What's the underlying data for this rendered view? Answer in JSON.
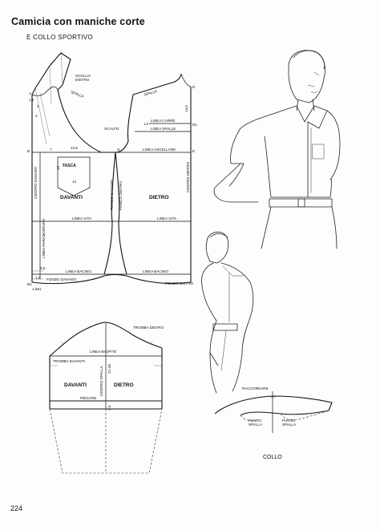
{
  "header": {
    "title": "Camicia con maniche corte",
    "subtitle": "E COLLO SPORTIVO"
  },
  "page_number": "224",
  "bodice": {
    "scollo_dietro": "SCOLLO\nDIETRO",
    "spalla_front": "SPALLA",
    "spalla_back": "SPALLA",
    "linea_carre": "LINEA CARRÈ",
    "linea_spalle": "LINEA SPALLE",
    "scalfo": "SCALFO",
    "linea_ascellare": "LINEA ASCELLARE",
    "tasca": "TASCA",
    "davanti": "DAVANTI",
    "dietro": "DIETRO",
    "centro_davanti": "CENTRO DAVANTI",
    "linea_paramontura": "LINEA PARAMONTURA",
    "fianco_davanti": "FIANCO DAVANTI",
    "fianco_dietro": "FIANCO DIETRO",
    "centro_dietro": "CENTRO DIETRO",
    "linea_vita_front": "LINEA VITA",
    "linea_vita_back": "LINEA VITA",
    "linea_bacino_front": "LINEA BACINO",
    "linea_bacino_back": "LINEA BACINO",
    "fondo_davanti": "FONDO DAVANTI",
    "fondo_dietro": "FONDO DIETRO",
    "measures": {
      "m_1_5": "1,5",
      "m_2": "2",
      "m_3": "3",
      "m_7": "7",
      "m_13_5": "13,5",
      "m_15": "15",
      "m_14": "14",
      "m_14_5": "14,5",
      "m_5_5": "5,5",
      "m_1_5b": "1,5",
      "m_1_581": "1,581"
    },
    "points": {
      "A": "A",
      "B": "B",
      "B2": "B2",
      "C": "C",
      "D": "D",
      "D1": "D1",
      "E": "E",
      "G": "G",
      "H": "H",
      "L": "L",
      "L1": "L1",
      "L2": "L2"
    }
  },
  "sleeve": {
    "tromba_dietro": "TROMBA DIETRO",
    "tromba_davanti": "TROMBA DAVANTI",
    "linea_bicipite": "LINEA BICIPITE",
    "centro_spalla": "CENTRO SPALLA",
    "davanti": "DAVANTI",
    "dietro": "DIETRO",
    "piegare": "PIEGARE",
    "measure_22_26": "22-26",
    "measure_3_5": "3,5"
  },
  "collar": {
    "raccordare": "RACCORDARE",
    "punto_spalla_left": "PUNTO\nSPALLA",
    "punto_spalla_right": "PUNTO\nSPALLA",
    "caption": "COLLO"
  }
}
